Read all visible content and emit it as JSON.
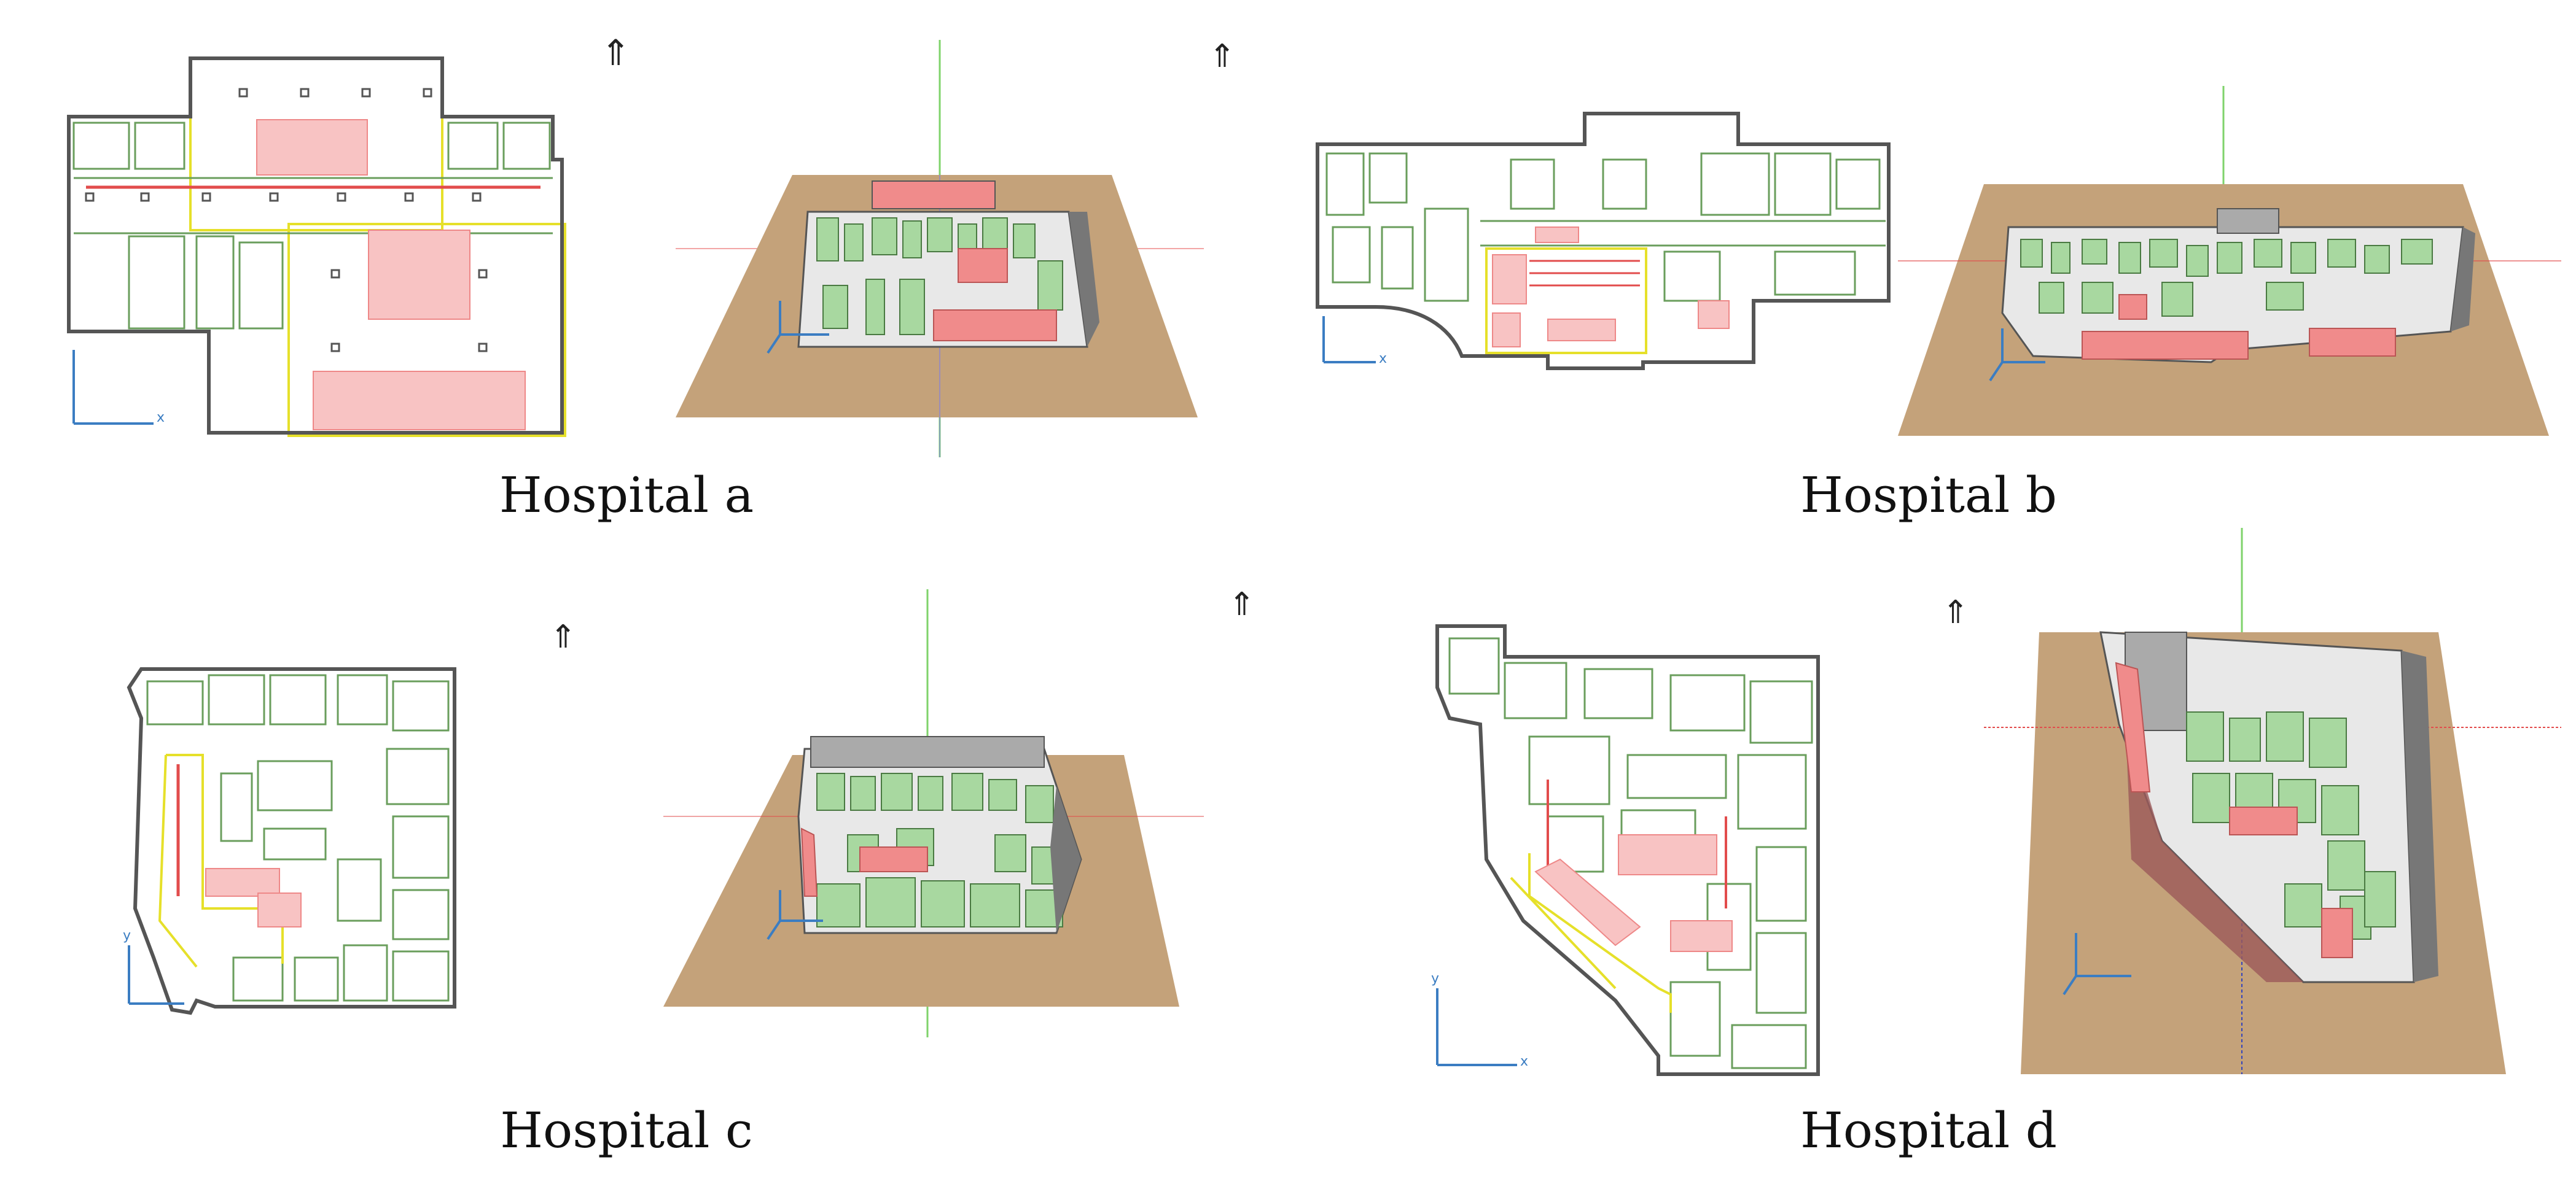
{
  "figure": {
    "captions": {
      "a": "Hospital a",
      "b": "Hospital b",
      "c": "Hospital c",
      "d": "Hospital d"
    },
    "axis_labels": {
      "x": "x",
      "y": "y"
    },
    "colors": {
      "wall": "#555555",
      "room": "#6a9e5c",
      "zone_outline": "#e6e02a",
      "hazard_fill": "#f8c3c3",
      "ground": "#c4a27a",
      "axis_blue": "#3b7dc2",
      "axis_green": "#7fd36b",
      "axis_red": "#e24c4c",
      "room_3d": "#a8d8a0",
      "wall_3d": "#bdbdbd"
    },
    "icons": [
      "north-arrow-icon",
      "coordinate-axes-icon"
    ]
  }
}
